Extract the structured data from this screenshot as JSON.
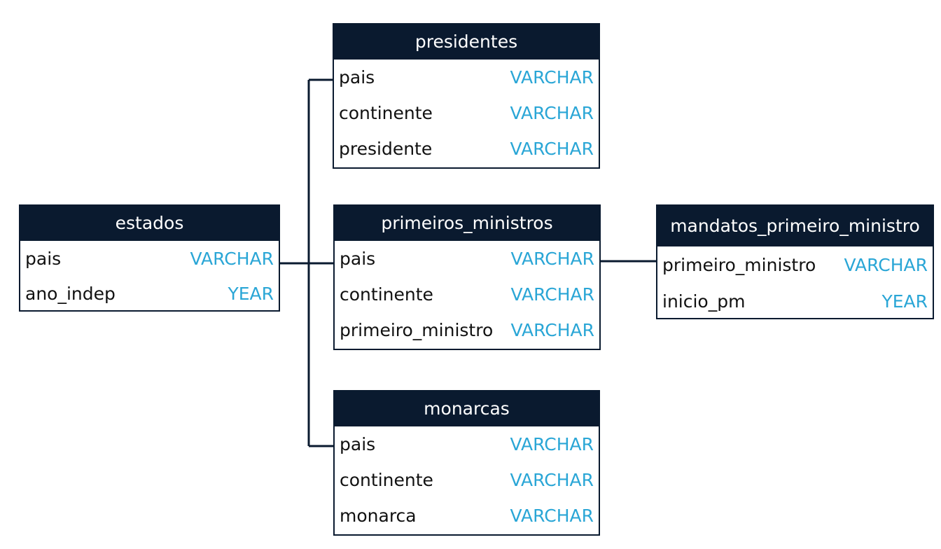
{
  "colors": {
    "header_bg": "#0a1a2f",
    "header_text": "#ffffff",
    "type_text": "#2aa6d6",
    "name_text": "#111111",
    "connector": "#0a1a2f"
  },
  "tables": {
    "estados": {
      "title": "estados",
      "columns": [
        {
          "name": "pais",
          "type": "VARCHAR"
        },
        {
          "name": "ano_indep",
          "type": "YEAR"
        }
      ]
    },
    "presidentes": {
      "title": "presidentes",
      "columns": [
        {
          "name": "pais",
          "type": "VARCHAR"
        },
        {
          "name": "continente",
          "type": "VARCHAR"
        },
        {
          "name": "presidente",
          "type": "VARCHAR"
        }
      ]
    },
    "primeiros_ministros": {
      "title": "primeiros_ministros",
      "columns": [
        {
          "name": "pais",
          "type": "VARCHAR"
        },
        {
          "name": "continente",
          "type": "VARCHAR"
        },
        {
          "name": "primeiro_ministro",
          "type": "VARCHAR"
        }
      ]
    },
    "monarcas": {
      "title": "monarcas",
      "columns": [
        {
          "name": "pais",
          "type": "VARCHAR"
        },
        {
          "name": "continente",
          "type": "VARCHAR"
        },
        {
          "name": "monarca",
          "type": "VARCHAR"
        }
      ]
    },
    "mandatos_primeiro_ministro": {
      "title": "mandatos_primeiro_ministro",
      "columns": [
        {
          "name": "primeiro_ministro",
          "type": "VARCHAR"
        },
        {
          "name": "inicio_pm",
          "type": "YEAR"
        }
      ]
    }
  }
}
